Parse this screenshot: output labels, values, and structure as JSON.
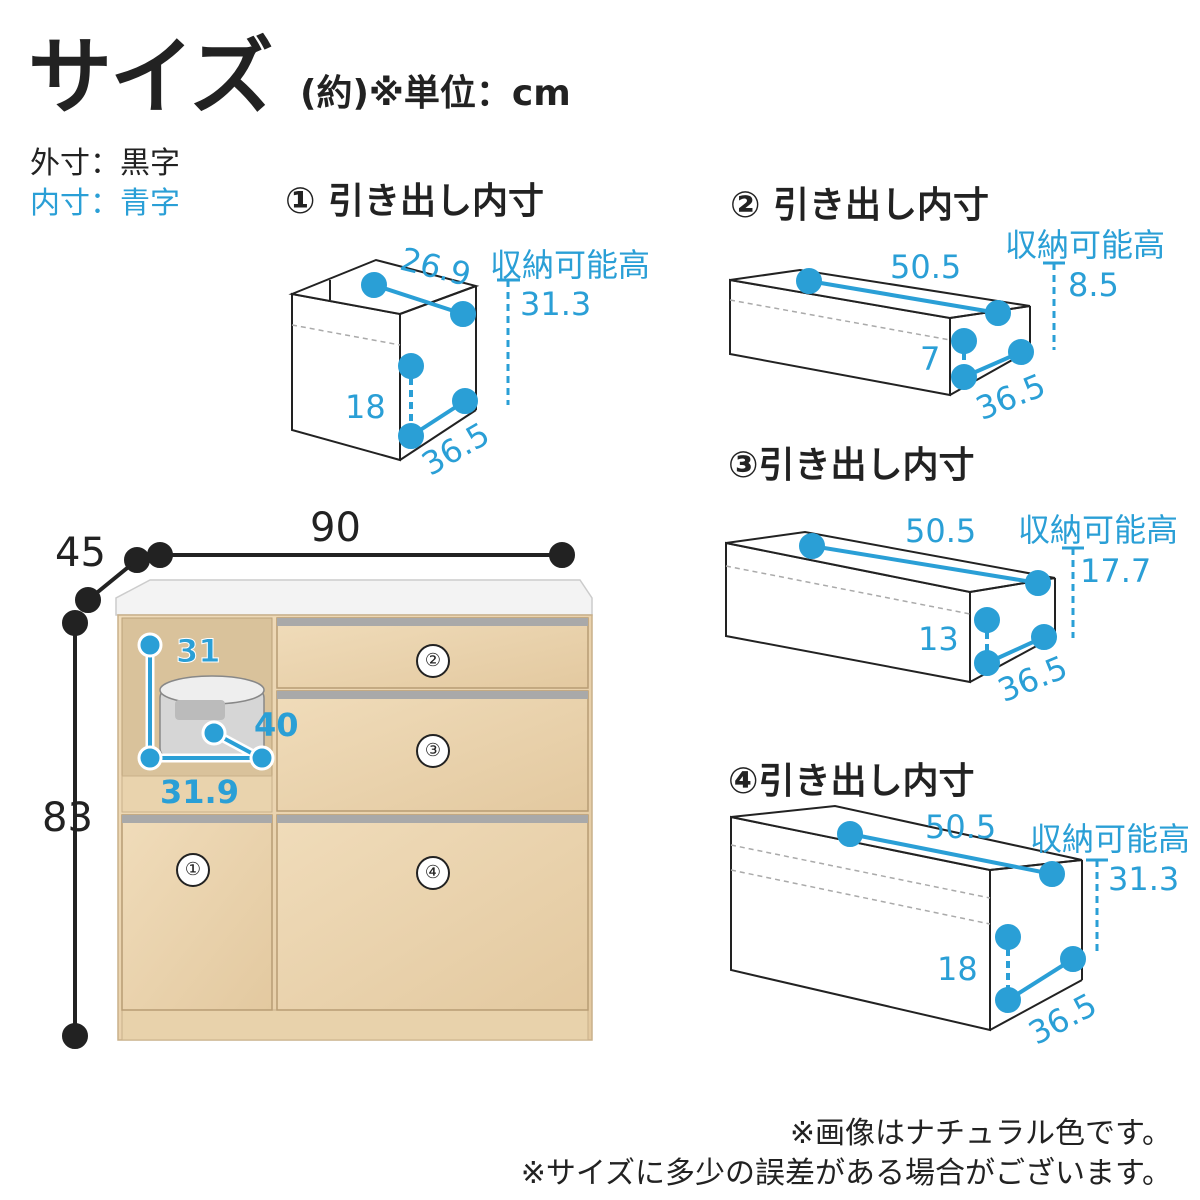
{
  "header": {
    "title": "サイズ",
    "unit_note": "(約)※単位：cm",
    "legend_outer": "外寸：黒字",
    "legend_inner": "内寸：青字"
  },
  "cabinet": {
    "width": "90",
    "depth": "45",
    "height": "83",
    "opening_height": "31",
    "opening_depth": "40",
    "opening_width": "31.9",
    "drawer_labels": [
      "①",
      "②",
      "③",
      "④"
    ]
  },
  "drawers": [
    {
      "title": "① 引き出し内寸",
      "width": "26.9",
      "depth": "36.5",
      "height": "18",
      "storage_label": "収納可能高",
      "storage_height": "31.3"
    },
    {
      "title": "② 引き出し内寸",
      "width": "50.5",
      "depth": "36.5",
      "height": "7",
      "storage_label": "収納可能高",
      "storage_height": "8.5"
    },
    {
      "title": "③引き出し内寸",
      "width": "50.5",
      "depth": "36.5",
      "height": "13",
      "storage_label": "収納可能高",
      "storage_height": "17.7"
    },
    {
      "title": "④引き出し内寸",
      "width": "50.5",
      "depth": "36.5",
      "height": "18",
      "storage_label": "収納可能高",
      "storage_height": "31.3"
    }
  ],
  "notes": {
    "line1": "※画像はナチュラル色です。",
    "line2": "※サイズに多少の誤差がある場合がございます。"
  },
  "colors": {
    "dimension_blue": "#2a9fd6",
    "wood": "#ead3ae",
    "outline": "#222222"
  }
}
